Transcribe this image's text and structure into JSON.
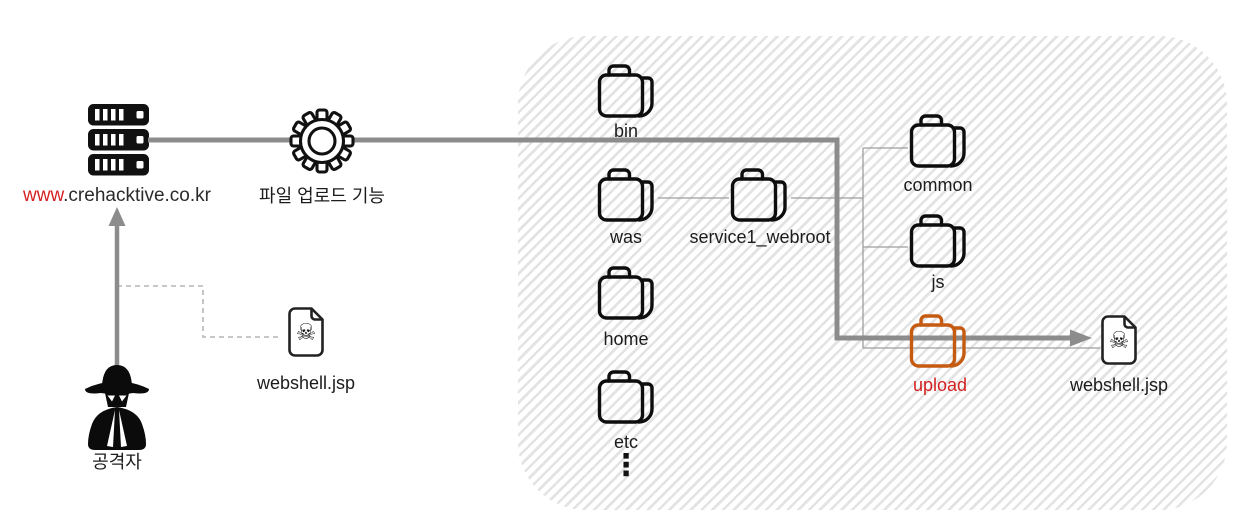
{
  "diagram": {
    "left_flow": {
      "server_domain_highlight": "www",
      "server_domain_rest": ".crehacktive.co.kr",
      "upload_feature_label": "파일 업로드 기능",
      "webshell_file_label": "webshell.jsp",
      "attacker_label": "공격자"
    },
    "file_tree": {
      "root_folders": {
        "bin": "bin",
        "was": "was",
        "home": "home",
        "etc": "etc"
      },
      "ellipsis": "⋮",
      "webroot_folder": "service1_webroot",
      "webroot_children": {
        "common": "common",
        "js": "js",
        "upload": "upload"
      },
      "uploaded_webshell_label": "webshell.jsp"
    },
    "colors": {
      "accent_red": "#d42222",
      "upload_folder_orange": "#c55a11",
      "flow_arrow_gray": "#8c8c8c",
      "tree_line_gray": "#9e9e9e",
      "hatch_gray": "#e3e3e3"
    }
  }
}
